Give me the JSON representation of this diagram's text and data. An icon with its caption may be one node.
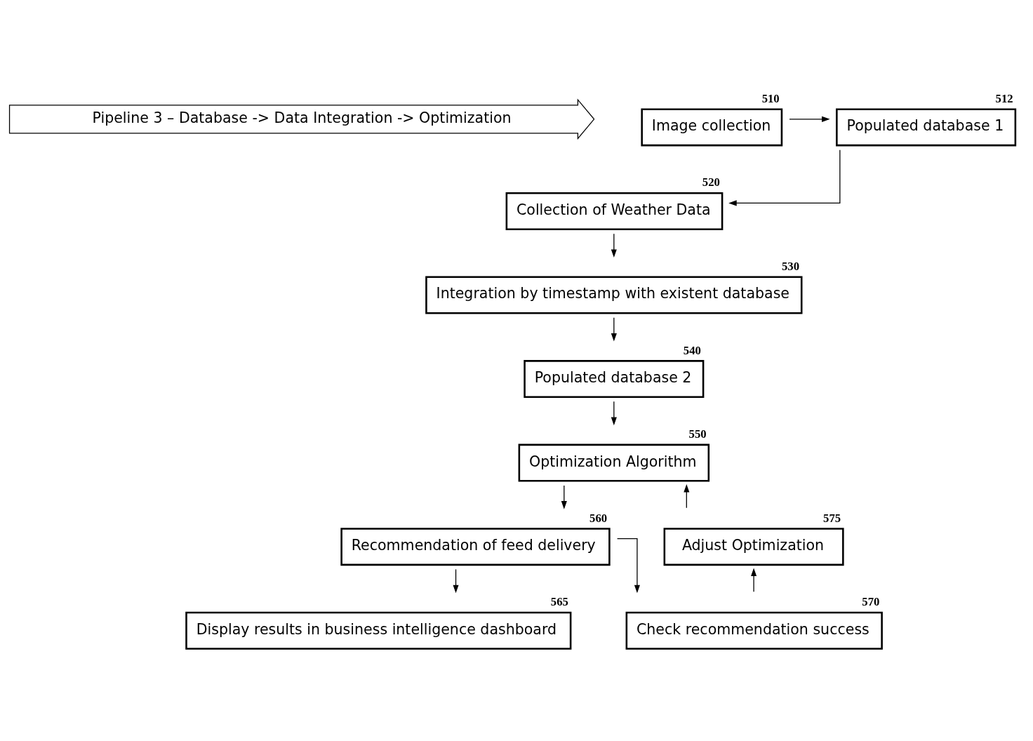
{
  "diagram": {
    "nodes": [
      {
        "text": [
          "Pipeline 3 – Database -> Data Integration -> Optimization"
        ]
      },
      {
        "text": [
          "Image collection"
        ],
        "beside": [
          "510"
        ]
      },
      {
        "text": [
          "Populated database 1"
        ],
        "beside": [
          "512"
        ]
      },
      {
        "text": [
          "Collection of Weather Data"
        ],
        "beside": [
          "520"
        ]
      },
      {
        "text": [
          "Integration by timestamp with existent database"
        ],
        "beside": [
          "530"
        ]
      },
      {
        "text": [
          "Populated database 2"
        ],
        "beside": [
          "540"
        ]
      },
      {
        "text": [
          "Optimization Algorithm"
        ],
        "beside": [
          "550"
        ]
      },
      {
        "text": [
          "Recommendation of feed delivery"
        ],
        "beside": [
          "560"
        ]
      },
      {
        "text": [
          "Display results in business intelligence dashboard"
        ],
        "beside": [
          "565"
        ]
      },
      {
        "text": [
          "Adjust Optimization"
        ],
        "beside": [
          "575"
        ]
      },
      {
        "text": [
          "Check recommendation success"
        ],
        "beside": [
          "570"
        ]
      }
    ],
    "edges": [
      {
        "from": 1,
        "to": 2,
        "arrow": "to"
      },
      {
        "from": 2,
        "to": 3,
        "arrow": "to"
      },
      {
        "from": 3,
        "to": 4,
        "arrow": "to"
      },
      {
        "from": 4,
        "to": 5,
        "arrow": "to"
      },
      {
        "from": 5,
        "to": 6,
        "arrow": "to"
      },
      {
        "from": 6,
        "to": 7,
        "arrow": "to"
      },
      {
        "from": 7,
        "to": 8,
        "arrow": "to"
      },
      {
        "from": 7,
        "to": 10,
        "arrow": "to"
      },
      {
        "from": 10,
        "to": 9,
        "arrow": "to"
      },
      {
        "from": 9,
        "to": 6,
        "arrow": "to"
      }
    ]
  }
}
